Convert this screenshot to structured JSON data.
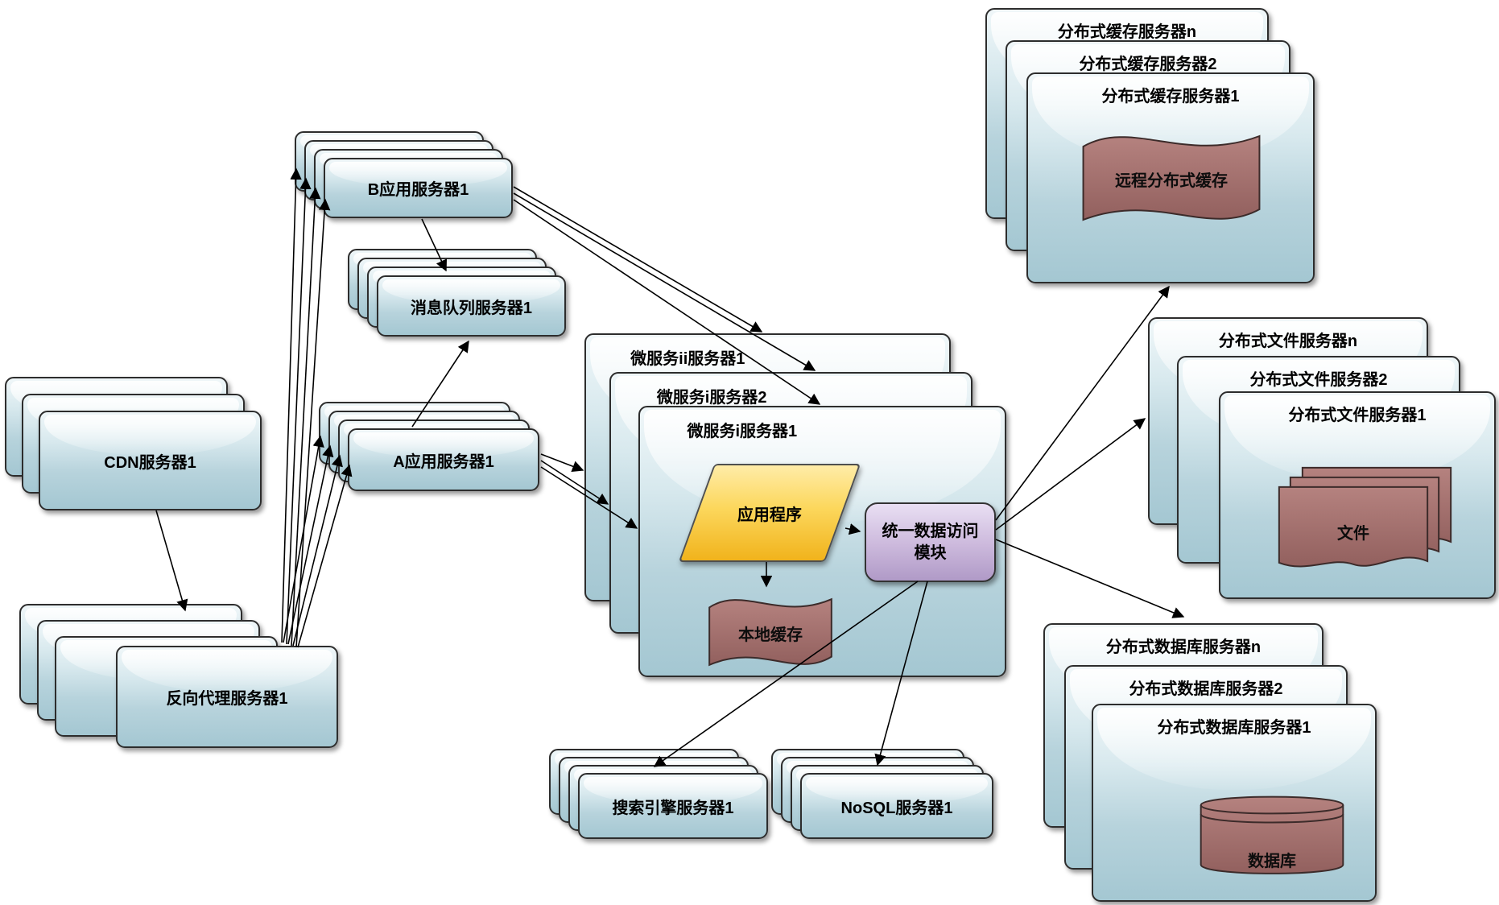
{
  "diagram": {
    "nodes": {
      "cdn": {
        "label": "CDN服务器1"
      },
      "reverse_proxy": {
        "label": "反向代理服务器1"
      },
      "app_server_b": {
        "label": "B应用服务器1"
      },
      "message_queue": {
        "label": "消息队列服务器1"
      },
      "app_server_a": {
        "label": "A应用服务器1"
      },
      "microservice_ii_1": {
        "label": "微服务ii服务器1"
      },
      "microservice_i_2": {
        "label": "微服务i服务器2"
      },
      "microservice_i_1": {
        "label": "微服务i服务器1"
      },
      "application": {
        "label": "应用程序"
      },
      "data_access_module": {
        "line1": "统一数据访问",
        "line2": "模块"
      },
      "local_cache": {
        "label": "本地缓存"
      },
      "cache_server_n": {
        "label": "分布式缓存服务器n"
      },
      "cache_server_2": {
        "label": "分布式缓存服务器2"
      },
      "cache_server_1": {
        "label": "分布式缓存服务器1"
      },
      "remote_cache": {
        "label": "远程分布式缓存"
      },
      "file_server_n": {
        "label": "分布式文件服务器n"
      },
      "file_server_2": {
        "label": "分布式文件服务器2"
      },
      "file_server_1": {
        "label": "分布式文件服务器1"
      },
      "files": {
        "label": "文件"
      },
      "db_server_n": {
        "label": "分布式数据库服务器n"
      },
      "db_server_2": {
        "label": "分布式数据库服务器2"
      },
      "db_server_1": {
        "label": "分布式数据库服务器1"
      },
      "database": {
        "label": "数据库"
      },
      "search_engine": {
        "label": "搜索引擎服务器1"
      },
      "nosql": {
        "label": "NoSQL服务器1"
      }
    },
    "edges": [
      {
        "from": "cdn",
        "to": "reverse_proxy"
      },
      {
        "from": "reverse_proxy",
        "to": "app_server_b"
      },
      {
        "from": "reverse_proxy",
        "to": "app_server_a"
      },
      {
        "from": "app_server_b",
        "to": "message_queue"
      },
      {
        "from": "app_server_a",
        "to": "message_queue"
      },
      {
        "from": "app_server_b",
        "to": "microservice_ii_1"
      },
      {
        "from": "app_server_b",
        "to": "microservice_i_2"
      },
      {
        "from": "app_server_b",
        "to": "microservice_i_1"
      },
      {
        "from": "app_server_a",
        "to": "microservice_ii_1"
      },
      {
        "from": "app_server_a",
        "to": "microservice_i_2"
      },
      {
        "from": "app_server_a",
        "to": "microservice_i_1"
      },
      {
        "from": "application",
        "to": "data_access_module"
      },
      {
        "from": "application",
        "to": "local_cache"
      },
      {
        "from": "data_access_module",
        "to": "cache_server_1"
      },
      {
        "from": "data_access_module",
        "to": "file_server_n"
      },
      {
        "from": "data_access_module",
        "to": "db_server_n"
      },
      {
        "from": "data_access_module",
        "to": "search_engine"
      },
      {
        "from": "data_access_module",
        "to": "nosql"
      }
    ],
    "colors": {
      "box_border": "#2d2d2d",
      "box_fill_light": "#f0f7f9",
      "box_fill_dark": "#a4c7d2",
      "shape_brown": "#a4706e",
      "shape_yellow": "#f8c63a",
      "shape_purple": "#c7b4d9",
      "arrow": "#000000"
    }
  }
}
